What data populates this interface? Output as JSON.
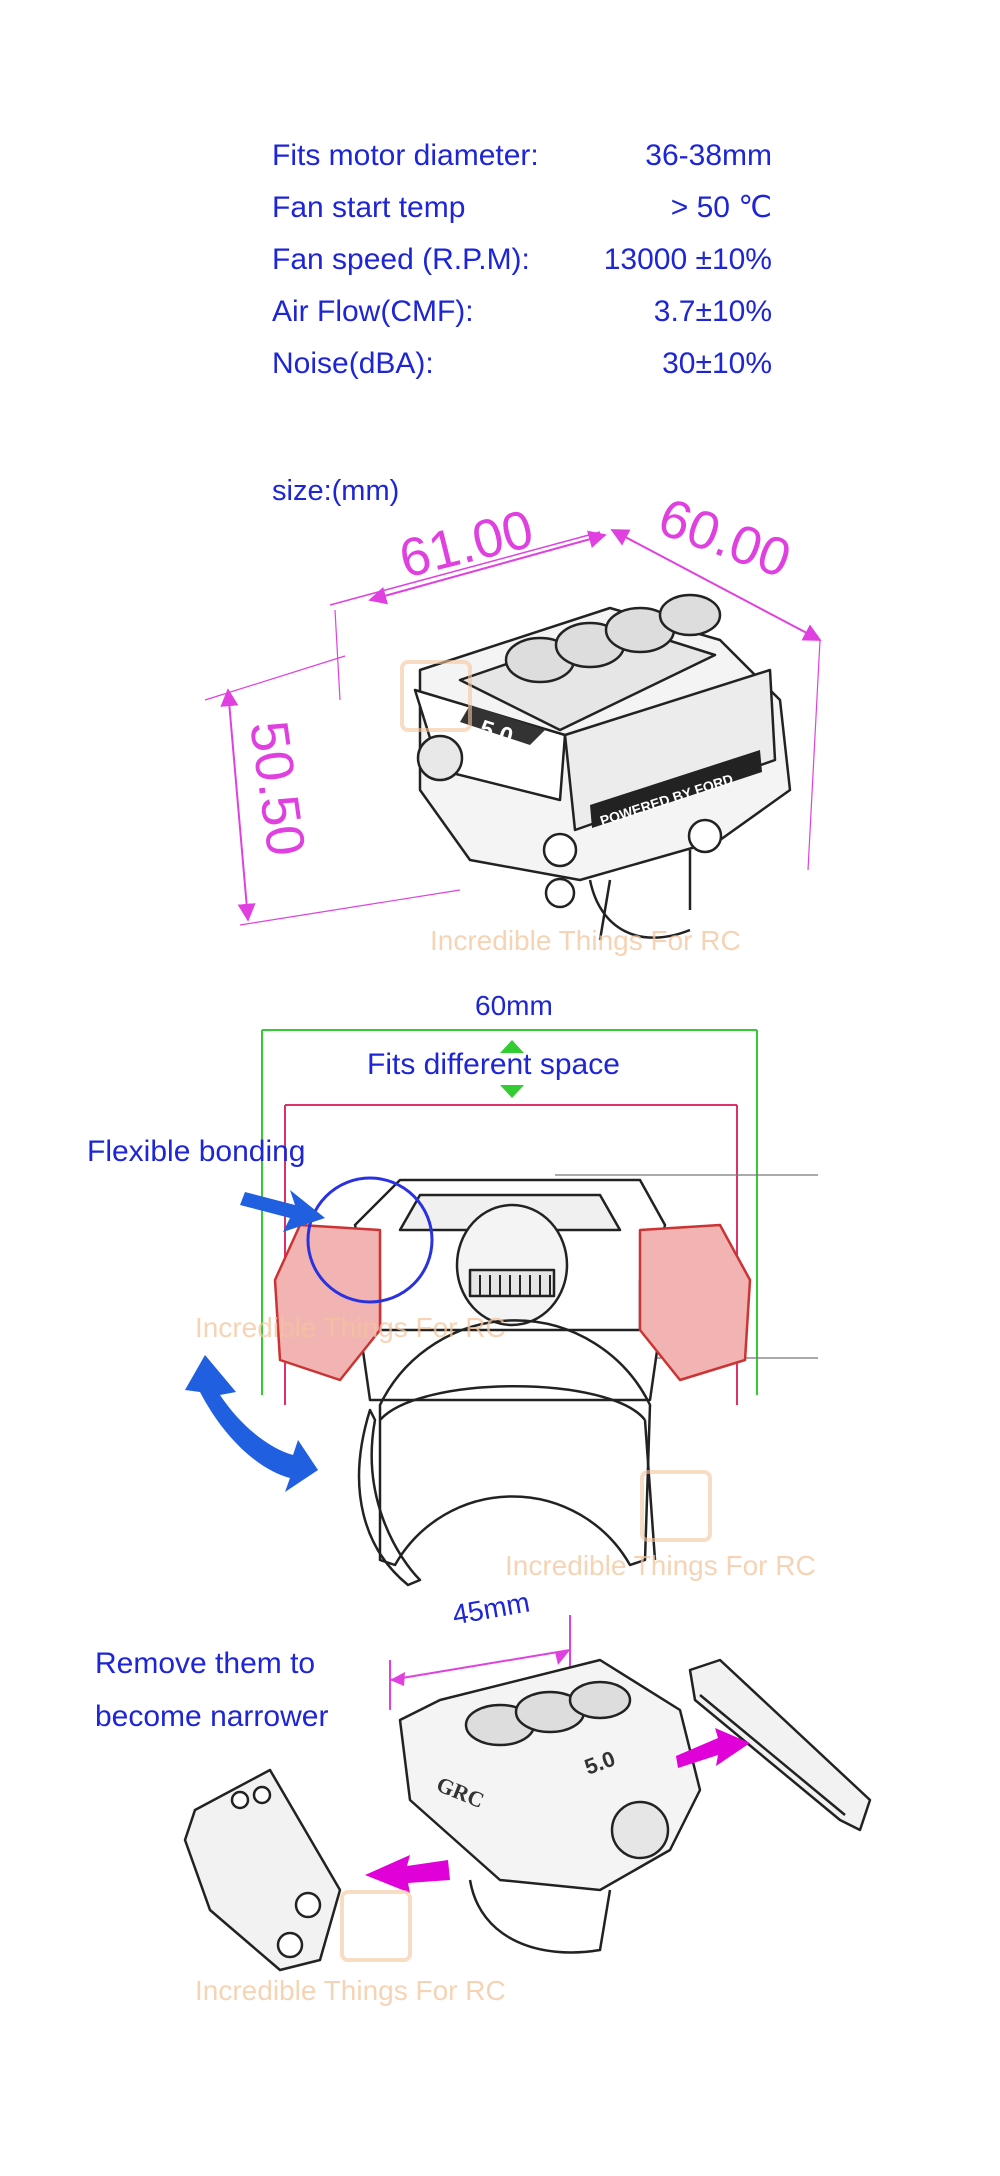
{
  "specs": [
    {
      "label": "Fits motor diameter:",
      "value": "36-38mm"
    },
    {
      "label": "Fan start temp",
      "value": "> 50 ℃"
    },
    {
      "label": "Fan speed (R.P.M):",
      "value": "13000 ±10%"
    },
    {
      "label": "Air  Flow(CMF):",
      "value": "3.7±10%"
    },
    {
      "label": "Noise(dBA):",
      "value": "30±10%"
    }
  ],
  "size_section": {
    "title": "size:(mm)",
    "dims": {
      "width": "61.00",
      "depth": "60.00",
      "height": "50.50"
    }
  },
  "fit_section": {
    "width_label": "60mm",
    "caption": "Fits different space",
    "flex_label": "Flexible bonding"
  },
  "narrow_section": {
    "width_label": "45mm",
    "caption_line1": "Remove them to",
    "caption_line2": "become narrower"
  },
  "engine_text": {
    "badge": "5.0",
    "brand": "POWERED BY FORD",
    "grc": "GRC"
  },
  "watermark": "Incredible Things For RC",
  "colors": {
    "text_blue": "#1d25d6",
    "dimension_magenta": "#e040e0",
    "green_line": "#33cc33",
    "red_line": "#e0306a",
    "arrow_blue": "#1f5fe0",
    "watermark": "#f3c59c"
  }
}
